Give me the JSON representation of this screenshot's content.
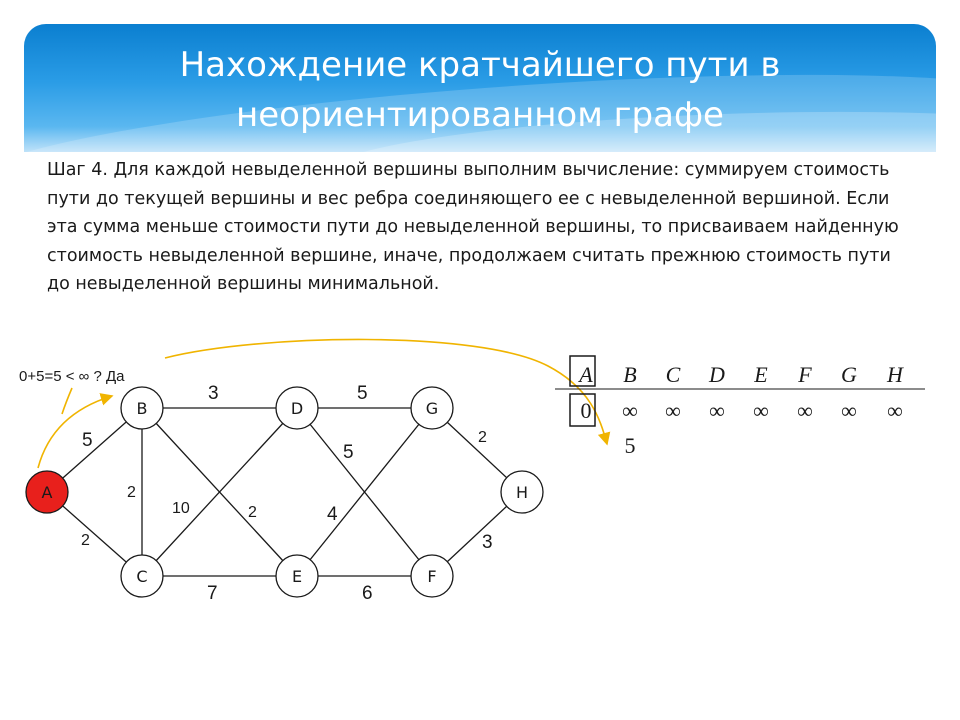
{
  "title": "Нахождение кратчайшего пути в неориентированном графе",
  "description": "Шаг 4. Для каждой невыделенной вершины выполним вычисление: суммируем стоимость пути до текущей вершины и вес ребра соединяющего ее с невыделенной вершиной. Если эта сумма меньше стоимости пути до невыделенной вершины, то присваиваем найденную стоимость невыделенной вершине, иначе, продолжаем считать прежнюю стоимость пути до невыделенной вершины минимальной.",
  "calculation": "0+5=5 < ∞ ? Да",
  "colors": {
    "current_node": "#e8201c",
    "node_fill": "#ffffff",
    "arrow": "#f0b400",
    "edge": "#1a1a1a"
  },
  "graph": {
    "nodes": {
      "A": "A",
      "B": "B",
      "C": "C",
      "D": "D",
      "E": "E",
      "F": "F",
      "G": "G",
      "H": "H"
    },
    "weights": {
      "AB": "5",
      "AC": "2",
      "BC": "2",
      "BD": "3",
      "BE": "2",
      "CD": "10",
      "CE": "7",
      "DG": "5",
      "DF": "5",
      "EG": "4",
      "EF": "6",
      "GH": "2",
      "FH": "3"
    }
  },
  "table": {
    "headers": [
      "A",
      "B",
      "C",
      "D",
      "E",
      "F",
      "G",
      "H"
    ],
    "row": [
      "0",
      "∞",
      "∞",
      "∞",
      "∞",
      "∞",
      "∞",
      "∞"
    ],
    "update": "5"
  }
}
